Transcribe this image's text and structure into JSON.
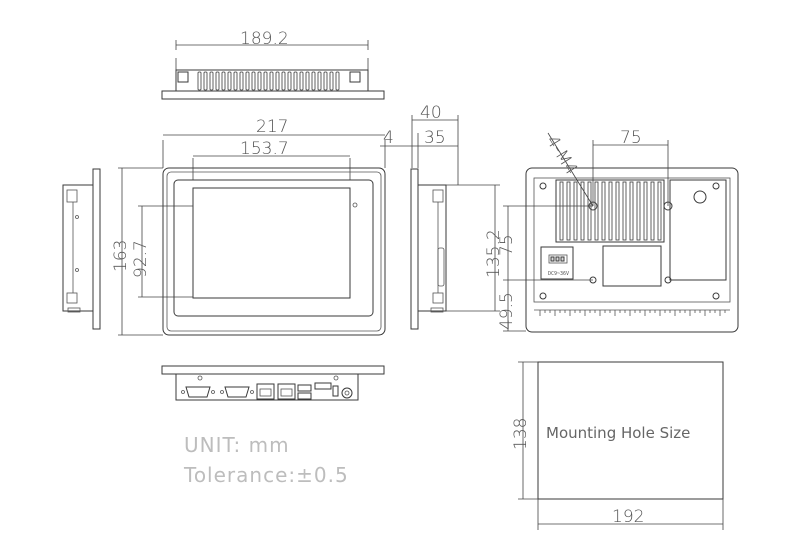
{
  "dimensions": {
    "top_width": "189.2",
    "front_width": "217",
    "front_screen_width": "153.7",
    "front_height": "163",
    "front_screen_height": "92.7",
    "side_depth": "40",
    "side_bezel": "4",
    "side_body": "35",
    "side_height": "135.2",
    "back_hole_spacing": "75",
    "back_vertical_spacing": "75",
    "back_bottom_offset": "49.5",
    "back_screw_label": "4-M4",
    "cutout_height": "138",
    "cutout_width": "192"
  },
  "labels": {
    "mounting_hole": "Mounting Hole Size",
    "unit": "UNIT: mm",
    "tolerance": "Tolerance:±0.5",
    "power_label": "DC9~36V"
  }
}
